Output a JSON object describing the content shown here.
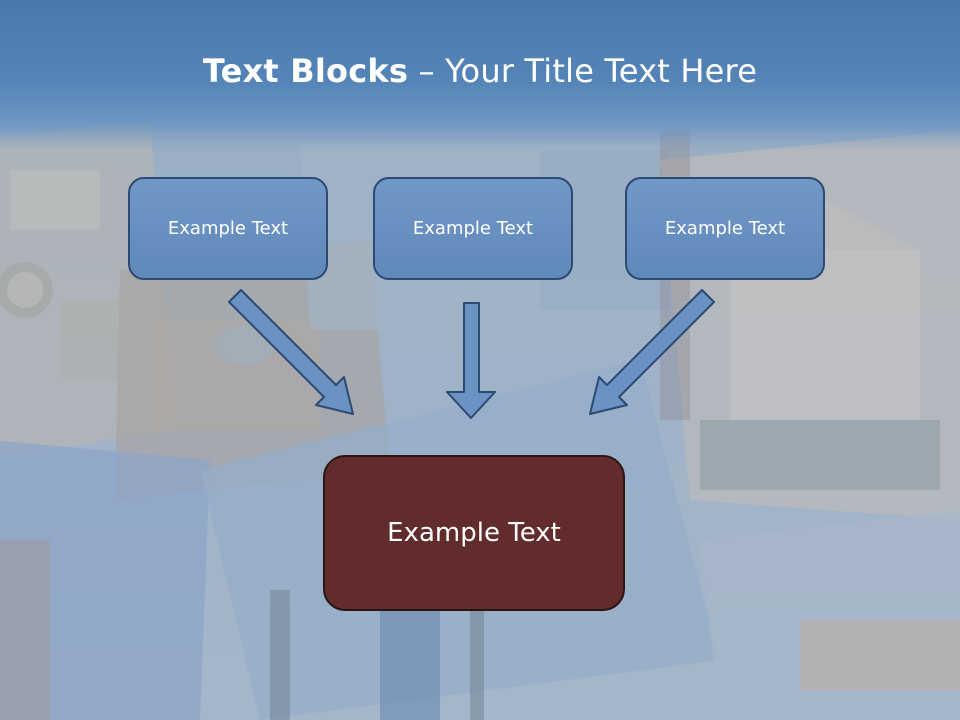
{
  "title": {
    "bold": "Text Blocks",
    "dash": " – ",
    "rest": "Your Title Text Here"
  },
  "blocks": [
    "Example Text",
    "Example Text",
    "Example Text"
  ],
  "center_block": "Example Text",
  "colors": {
    "header": "#5585b8",
    "block_fill": "#6a92c2",
    "block_border": "#2c4a73",
    "center_fill": "#632c2c",
    "arrow_fill": "#6a92c2",
    "arrow_stroke": "#2c4a73"
  }
}
